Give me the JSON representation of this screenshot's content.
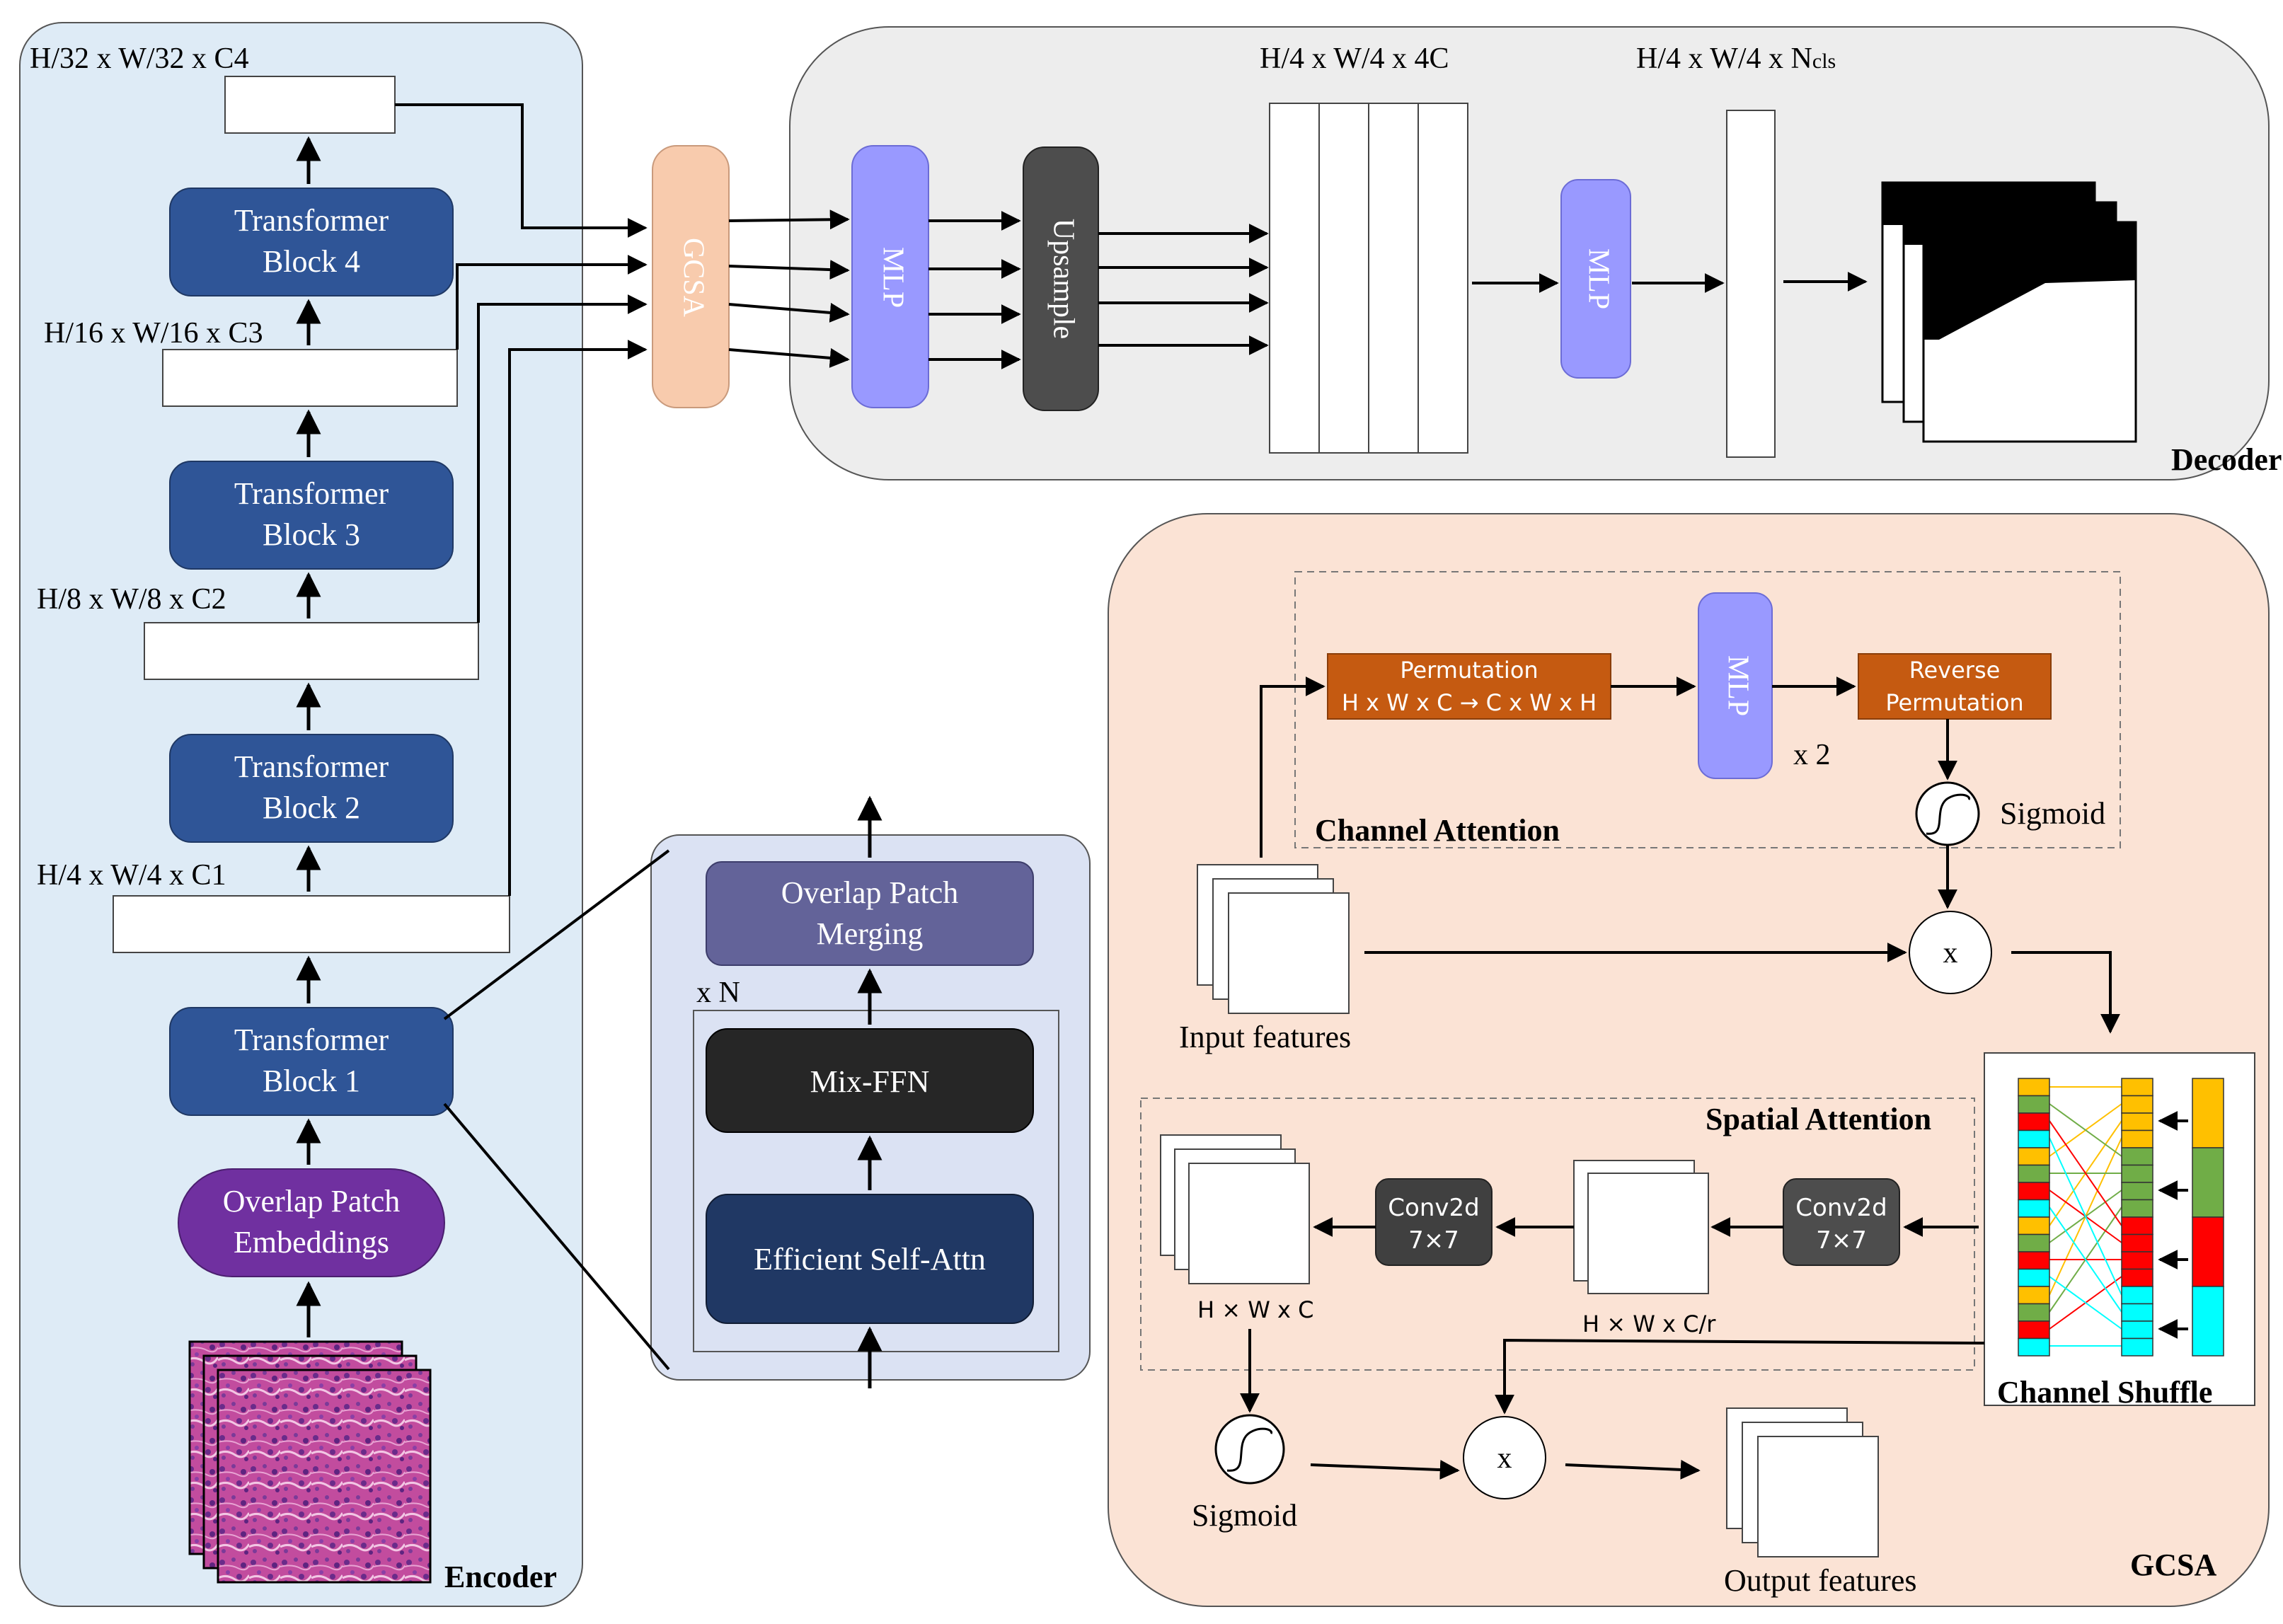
{
  "encoder": {
    "title": "Encoder",
    "dims": {
      "c4": "H/32 x W/32 x C4",
      "c3": "H/16 x W/16 x C3",
      "c2": "H/8 x W/8 x C2",
      "c1": "H/4 x W/4 x C1"
    },
    "blocks": {
      "b4": [
        "Transformer",
        "Block 4"
      ],
      "b3": [
        "Transformer",
        "Block 3"
      ],
      "b2": [
        "Transformer",
        "Block 2"
      ],
      "b1": [
        "Transformer",
        "Block 1"
      ]
    },
    "patch_embed": [
      "Overlap Patch",
      "Embeddings"
    ]
  },
  "block_detail": {
    "merging": [
      "Overlap Patch",
      "Merging"
    ],
    "repeat": "x N",
    "mix_ffn": "Mix-FFN",
    "self_attn": "Efficient Self-Attn"
  },
  "decoder": {
    "title": "Decoder",
    "gcsa": "GCSA",
    "mlp": "MLP",
    "upsample": "Upsample",
    "dim_concat": "H/4 x W/4 x 4C",
    "dim_out_prefix": "H/4 x W/4 x N",
    "dim_out_sub": "cls",
    "mlp2": "MLP"
  },
  "gcsa": {
    "title": "GCSA",
    "channel_attention": "Channel Attention",
    "permutation": [
      "Permutation",
      "H x W x C → C x W x H"
    ],
    "mlp": "MLP",
    "repeat": "x 2",
    "reverse": [
      "Reverse",
      "Permutation"
    ],
    "sigmoid_top": "Sigmoid",
    "multiply": "x",
    "input_features": "Input features",
    "channel_shuffle": "Channel Shuffle",
    "spatial_attention": "Spatial Attention",
    "conv_a": [
      "Conv2d",
      "7×7"
    ],
    "conv_b": [
      "Conv2d",
      "7×7"
    ],
    "dim_cr": "H × W x C/r",
    "dim_c": "H × W x C",
    "sigmoid_bottom": "Sigmoid",
    "output_features": "Output features",
    "shuffle_colors": [
      "#FFC000",
      "#70AD47",
      "#FF0000",
      "#00FFFF"
    ]
  }
}
